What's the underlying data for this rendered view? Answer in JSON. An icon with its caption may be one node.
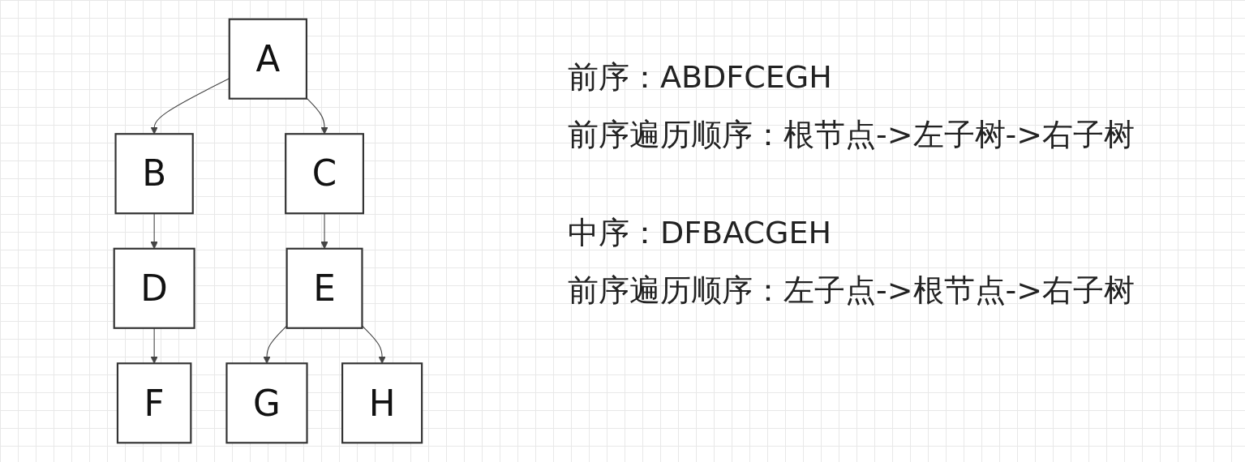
{
  "diagram": {
    "nodes": [
      {
        "text": [
          "A"
        ]
      },
      {
        "text": [
          "B"
        ]
      },
      {
        "text": [
          "C"
        ]
      },
      {
        "text": [
          "D"
        ]
      },
      {
        "text": [
          "E"
        ]
      },
      {
        "text": [
          "F"
        ]
      },
      {
        "text": [
          "G"
        ]
      },
      {
        "text": [
          "H"
        ]
      }
    ],
    "edges": [
      {
        "from": 0,
        "to": 1,
        "arrow": "to"
      },
      {
        "from": 0,
        "to": 2,
        "arrow": "to"
      },
      {
        "from": 1,
        "to": 3,
        "arrow": "to"
      },
      {
        "from": 2,
        "to": 4,
        "arrow": "to"
      },
      {
        "from": 3,
        "to": 5,
        "arrow": "to"
      },
      {
        "from": 4,
        "to": 6,
        "arrow": "to"
      },
      {
        "from": 4,
        "to": 7,
        "arrow": "to"
      }
    ],
    "labels": [
      "前序：ABDFCEGH",
      "前序遍历顺序：根节点->左子树->右子树",
      "中序：DFBACGEH",
      "前序遍历顺序：左子点->根节点->右子树"
    ]
  }
}
